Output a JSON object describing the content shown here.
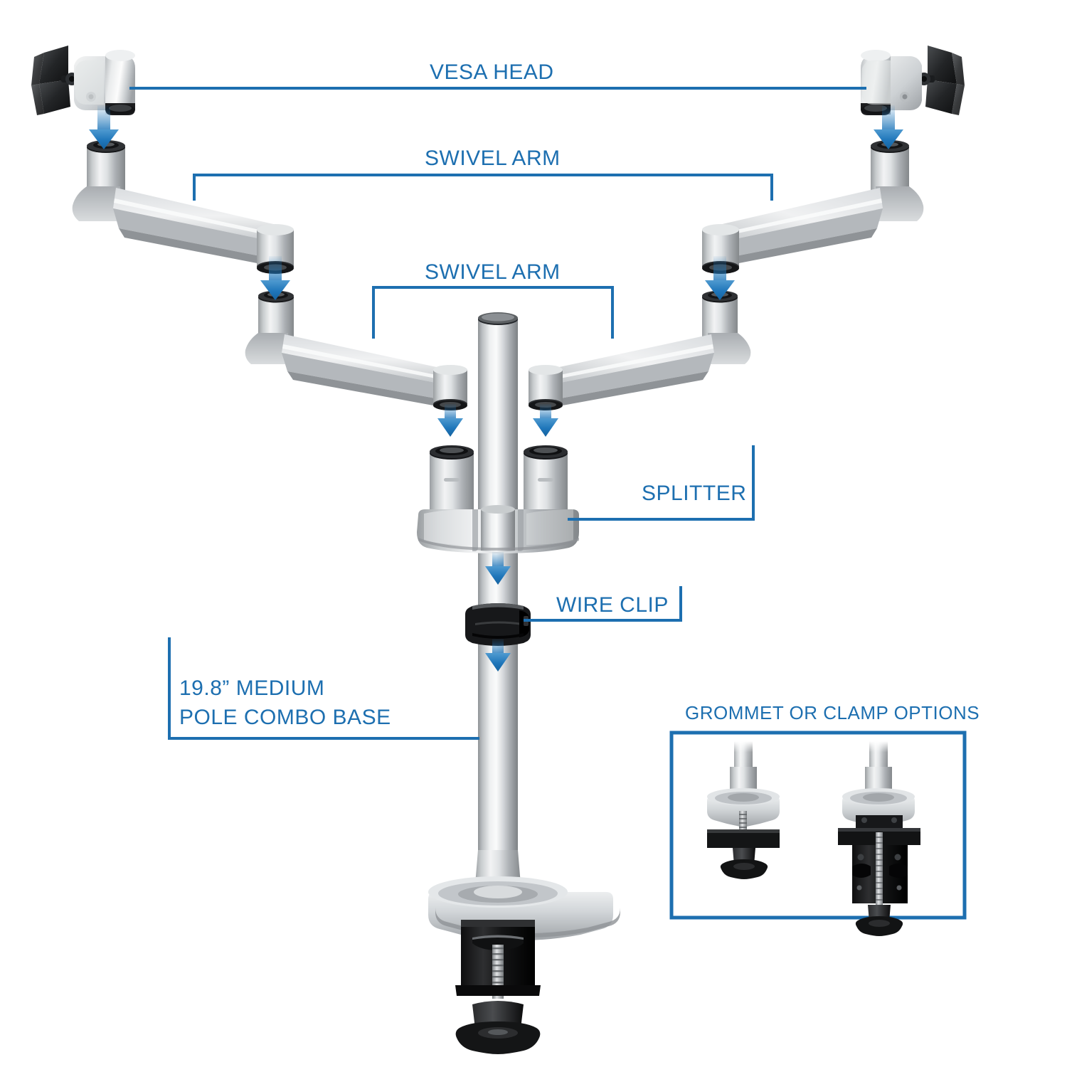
{
  "page": {
    "title": "Dual Monitor Desk Mount Exploded Parts Diagram",
    "background_color": "#FFFFFF",
    "accent_color": "#1D6FB0",
    "arrow_color": "#1C6FB2",
    "metal_color": "#BFC3C6",
    "black_color": "#1A1A1A"
  },
  "labels": {
    "vesa_head": "VESA HEAD",
    "swivel_arm_upper": "SWIVEL ARM",
    "swivel_arm_lower": "SWIVEL ARM",
    "splitter": "SPLITTER",
    "wire_clip": "WIRE CLIP",
    "pole_base_line1": "19.8” MEDIUM",
    "pole_base_line2": "POLE COMBO BASE"
  },
  "inset": {
    "title": "GROMMET OR CLAMP OPTIONS",
    "option_left": "grommet-mount",
    "option_right": "c-clamp-mount"
  },
  "parts": [
    {
      "id": "vesa-head-left",
      "name": "VESA HEAD",
      "count": 1
    },
    {
      "id": "vesa-head-right",
      "name": "VESA HEAD",
      "count": 1
    },
    {
      "id": "swivel-arm-upper-left",
      "name": "SWIVEL ARM",
      "count": 1
    },
    {
      "id": "swivel-arm-upper-right",
      "name": "SWIVEL ARM",
      "count": 1
    },
    {
      "id": "swivel-arm-lower-left",
      "name": "SWIVEL ARM",
      "count": 1
    },
    {
      "id": "swivel-arm-lower-right",
      "name": "SWIVEL ARM",
      "count": 1
    },
    {
      "id": "splitter",
      "name": "SPLITTER",
      "count": 1
    },
    {
      "id": "wire-clip",
      "name": "WIRE CLIP",
      "count": 1
    },
    {
      "id": "pole-combo-base",
      "name": "19.8” MEDIUM POLE COMBO BASE",
      "count": 1
    }
  ],
  "assembly_arrows": [
    {
      "from": "vesa-head-left",
      "to": "swivel-arm-upper-left",
      "direction": "down"
    },
    {
      "from": "vesa-head-right",
      "to": "swivel-arm-upper-right",
      "direction": "down"
    },
    {
      "from": "swivel-arm-upper-left",
      "to": "swivel-arm-lower-left",
      "direction": "down"
    },
    {
      "from": "swivel-arm-upper-right",
      "to": "swivel-arm-lower-right",
      "direction": "down"
    },
    {
      "from": "swivel-arm-lower-left",
      "to": "splitter",
      "direction": "down"
    },
    {
      "from": "swivel-arm-lower-right",
      "to": "splitter",
      "direction": "down"
    },
    {
      "from": "splitter",
      "to": "wire-clip",
      "direction": "down"
    },
    {
      "from": "wire-clip",
      "to": "pole-combo-base",
      "direction": "down"
    }
  ]
}
